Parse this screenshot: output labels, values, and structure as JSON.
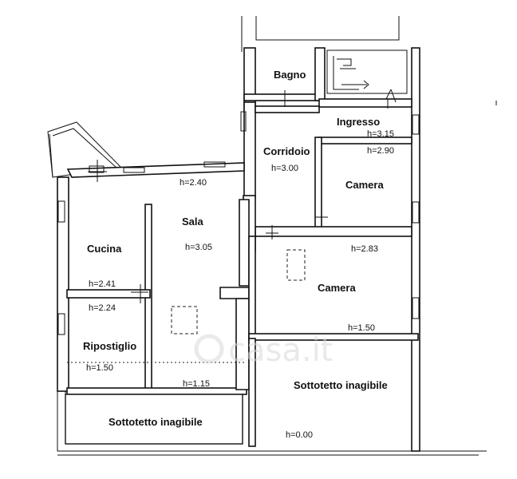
{
  "rooms": {
    "bagno": "Bagno",
    "ingresso": "Ingresso",
    "corridoio": "Corridoio",
    "camera1": "Camera",
    "camera2": "Camera",
    "sala": "Sala",
    "cucina": "Cucina",
    "ripostiglio": "Ripostiglio",
    "sottotetto_right": "Sottotetto inagibile",
    "sottotetto_bottom": "Sottotetto inagibile"
  },
  "heights": {
    "ingresso": "h=3.15",
    "camera1_top": "h=2.90",
    "corridoio": "h=3.00",
    "top_wall": "h=2.40",
    "sala": "h=3.05",
    "camera2_top": "h=2.83",
    "camera2_bottom": "h=1.50",
    "cucina": "h=2.41",
    "ripostiglio_top": "h=2.24",
    "ripostiglio_bottom": "h=1.50",
    "sala_bottom": "h=1.15",
    "sottotetto_right": "h=0.00"
  },
  "watermark": "casa.it"
}
